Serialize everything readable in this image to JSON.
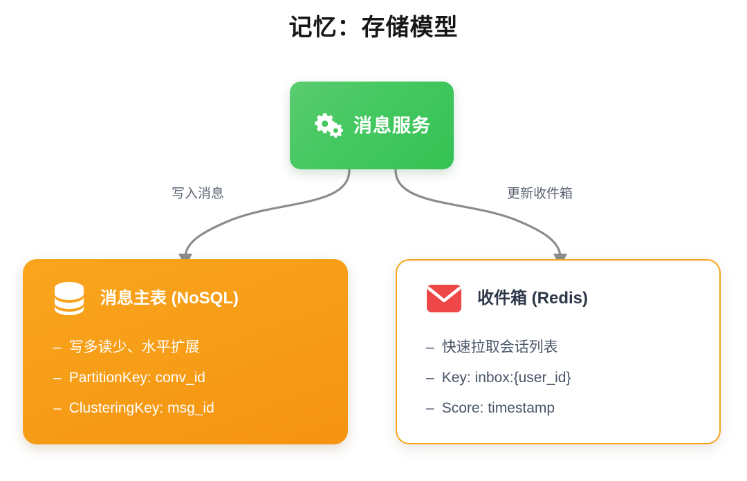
{
  "page": {
    "title": "记忆：存储模型",
    "background_color": "#ffffff"
  },
  "colors": {
    "service_green": "#3FC55A",
    "store_orange": "#F79E18",
    "inbox_border": "#F5A21C",
    "inbox_background": "#FFFFFF",
    "mail_red": "#EE4747",
    "edge_gray": "#8C8C8C",
    "label_gray": "#5B6472",
    "title_black": "#171717",
    "inbox_text": "#4A5568"
  },
  "diagram": {
    "type": "flow-diagram",
    "nodes": [
      {
        "id": "service",
        "icon": "gears-icon",
        "title": "消息服务",
        "style": "green-filled"
      },
      {
        "id": "store",
        "icon": "database-icon",
        "title": "消息主表 (NoSQL)",
        "style": "orange-filled",
        "bullets": [
          "写多读少、水平扩展",
          "PartitionKey: conv_id",
          "ClusteringKey: msg_id"
        ]
      },
      {
        "id": "inbox",
        "icon": "envelope-icon",
        "title": "收件箱 (Redis)",
        "style": "white-orange-outline",
        "bullets": [
          "快速拉取会话列表",
          "Key: inbox:{user_id}",
          "Score: timestamp"
        ]
      }
    ],
    "edges": [
      {
        "id": "edge-write",
        "from": "service",
        "to": "store",
        "label": "写入消息"
      },
      {
        "id": "edge-update",
        "from": "service",
        "to": "inbox",
        "label": "更新收件箱"
      }
    ],
    "bullet_marker": "–"
  }
}
